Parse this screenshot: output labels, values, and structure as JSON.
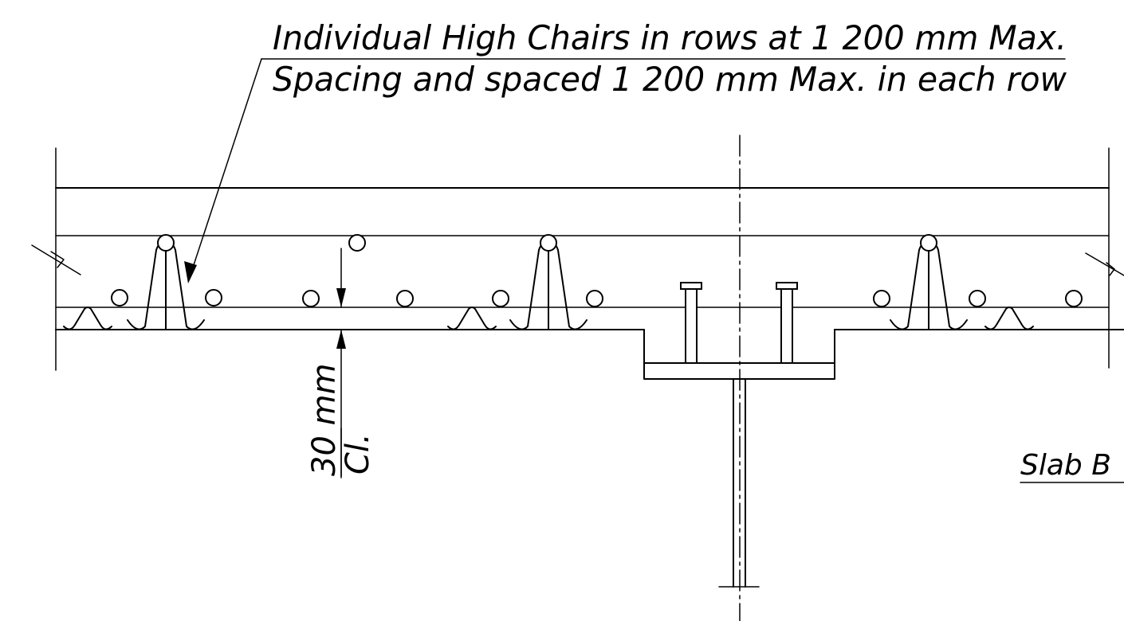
{
  "note": {
    "line1": "Individual High Chairs in rows at 1 200 mm Max.",
    "line2": "Spacing and spaced 1 200 mm Max. in each row"
  },
  "dimension": {
    "value": "30 mm",
    "label": "Cl."
  },
  "section_label": "Slab B",
  "colors": {
    "line": "#000000",
    "background": "#ffffff"
  }
}
